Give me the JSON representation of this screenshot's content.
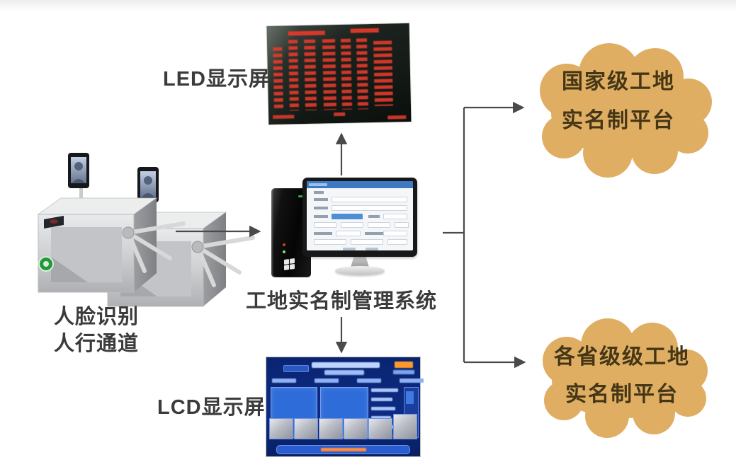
{
  "diagram": {
    "led_label": "LED显示屏",
    "lcd_label": "LCD显示屏",
    "turnstile_label_line1": "人脸识别",
    "turnstile_label_line2": "人行通道",
    "system_label": "工地实名制管理系统",
    "cloud_national_line1": "国家级工地",
    "cloud_national_line2": "实名制平台",
    "cloud_provincial_line1": "各省级级工地",
    "cloud_provincial_line2": "实名制平台"
  },
  "colors": {
    "cloud_fill": "#dfae63",
    "cloud_text": "#453616",
    "arrow": "#4a4a4a",
    "label_text": "#3b3b3b",
    "led_bg": "#121814",
    "led_text": "#e03a2c",
    "lcd_bg": "#0c2b83",
    "lcd_panel": "#2e6cd9",
    "monitor_titlebar": "#3e79c4"
  }
}
